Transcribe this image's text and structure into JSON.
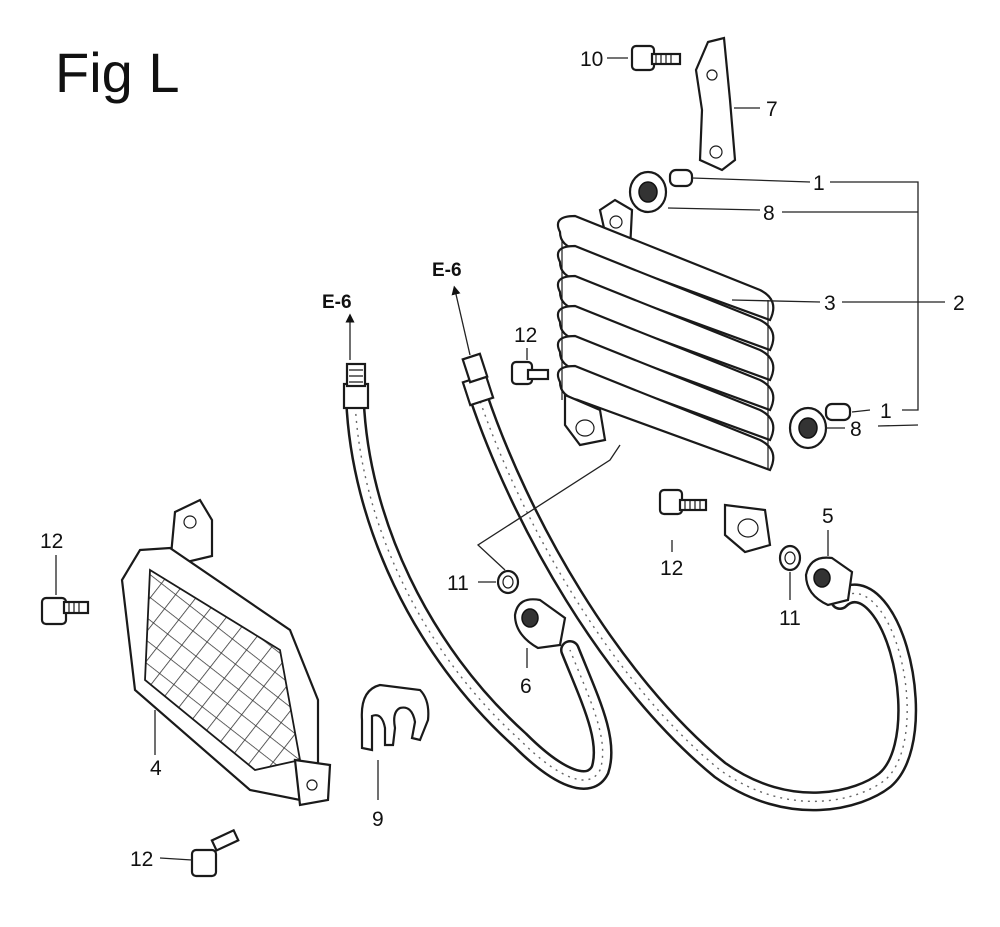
{
  "figure": {
    "title": "Fig L"
  },
  "callouts": {
    "c1_top": "1",
    "c1_mid": "1",
    "c2": "2",
    "c3": "3",
    "c4": "4",
    "c5": "5",
    "c6": "6",
    "c7": "7",
    "c8_top": "8",
    "c8_mid": "8",
    "c9": "9",
    "c10": "10",
    "c11_left": "11",
    "c11_right": "11",
    "c12_top": "12",
    "c12_mid": "12",
    "c12_left": "12",
    "c12_bottom": "12"
  },
  "references": {
    "left": "E-6",
    "right": "E-6"
  }
}
